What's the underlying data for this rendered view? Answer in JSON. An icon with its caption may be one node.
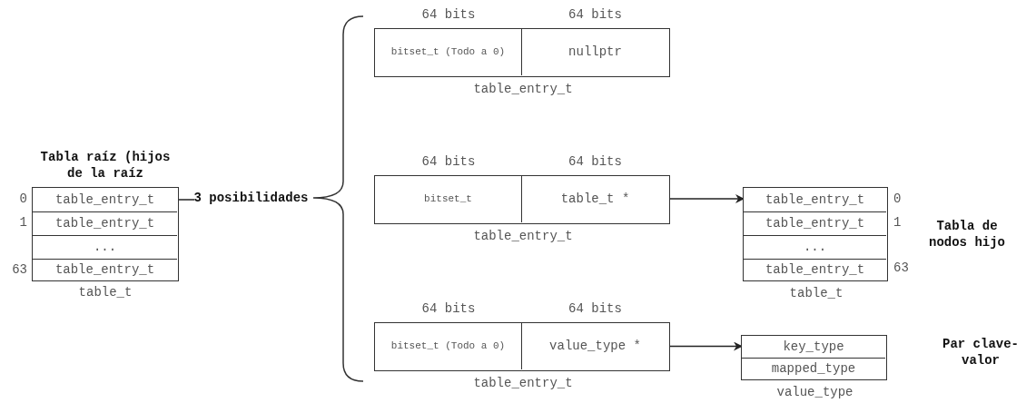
{
  "diagram": {
    "nodes": [
      {
        "text": [
          "Tabla raíz (hijos de la raíz"
        ],
        "beside": [
          "table_t"
        ]
      },
      {
        "text": [
          "table_entry_t"
        ],
        "in": 0
      },
      {
        "text": [
          "table_entry_t"
        ],
        "in": 0
      },
      {
        "text": [
          "..."
        ],
        "in": 0
      },
      {
        "text": [
          "table_entry_t"
        ],
        "in": 0
      },
      {
        "text": [
          "3 posibilidades"
        ]
      },
      {
        "text": [],
        "shape": "box",
        "beside": [
          "table_entry_t"
        ]
      },
      {
        "text": [
          "bitset_t (Todo a 0)"
        ],
        "in": 6,
        "beside": [
          "64 bits"
        ]
      },
      {
        "text": [
          "nullptr"
        ],
        "in": 6,
        "beside": [
          "64 bits"
        ]
      },
      {
        "text": [],
        "shape": "box",
        "beside": [
          "table_entry_t"
        ]
      },
      {
        "text": [
          "bitset_t"
        ],
        "in": 9,
        "beside": [
          "64 bits"
        ]
      },
      {
        "text": [
          "table_t *"
        ],
        "in": 9,
        "beside": [
          "64 bits"
        ]
      },
      {
        "text": [],
        "shape": "box",
        "beside": [
          "table_entry_t"
        ]
      },
      {
        "text": [
          "bitset_t (Todo a 0)"
        ],
        "in": 12,
        "beside": [
          "64 bits"
        ]
      },
      {
        "text": [
          "value_type *"
        ],
        "in": 12,
        "beside": [
          "64 bits"
        ]
      },
      {
        "text": [],
        "shape": "box",
        "beside": [
          "table_t"
        ]
      },
      {
        "text": [
          "table_entry_t"
        ],
        "in": 15
      },
      {
        "text": [
          "table_entry_t"
        ],
        "in": 15
      },
      {
        "text": [
          "..."
        ],
        "in": 15
      },
      {
        "text": [
          "table_entry_t"
        ],
        "in": 15
      },
      {
        "text": [],
        "shape": "box",
        "beside": [
          "value_type"
        ]
      },
      {
        "text": [
          "key_type"
        ],
        "in": 20
      },
      {
        "text": [
          "mapped_type"
        ],
        "in": 20
      }
    ],
    "edges": [
      {
        "from": 1,
        "to": 5,
        "arrow": "none"
      },
      {
        "from": 11,
        "to": 15,
        "arrow": "to"
      },
      {
        "from": 14,
        "to": 20,
        "arrow": "to"
      }
    ],
    "labels": [
      "0",
      "1",
      "63",
      "0",
      "1",
      "63",
      "Tabla de nodos hijo",
      "Par clave-valor"
    ]
  }
}
